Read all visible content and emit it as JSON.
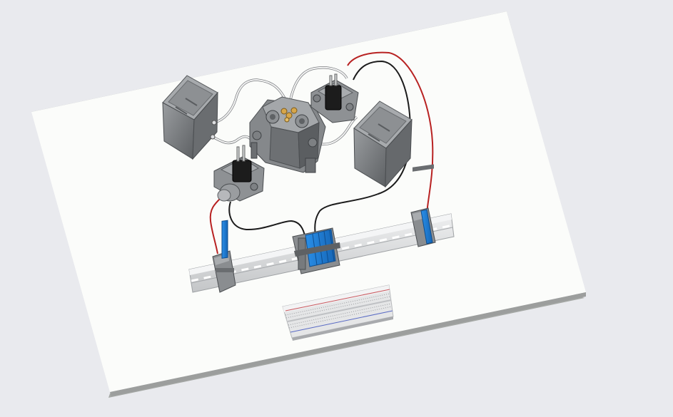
{
  "viewport": {
    "background": "#e9eaee"
  },
  "board": {
    "surface_color": "#fbfcfa",
    "edge_color": "#a5a8a5"
  },
  "colors": {
    "module_gray": "#7c7f82",
    "module_dark": "#4b4e51",
    "terminal_blue": "#1f7fd6",
    "wire_red": "#b82222",
    "wire_black": "#1b1b1b",
    "wire_white": "#f2f2f2",
    "rail": "#d9dadc"
  },
  "components": [
    {
      "name": "battery-left",
      "icon": "battery-box-icon"
    },
    {
      "name": "battery-right",
      "icon": "battery-box-icon"
    },
    {
      "name": "solenoid-top",
      "icon": "solenoid-icon"
    },
    {
      "name": "solenoid-left",
      "icon": "solenoid-icon"
    },
    {
      "name": "central-block",
      "icon": "hydraulic-manifold-icon"
    },
    {
      "name": "din-rail",
      "icon": "rail-icon"
    },
    {
      "name": "terminal-left",
      "icon": "terminal-block-icon"
    },
    {
      "name": "terminal-center",
      "icon": "terminal-block-icon"
    },
    {
      "name": "terminal-right",
      "icon": "terminal-block-icon"
    },
    {
      "name": "breadboard",
      "icon": "breadboard-icon"
    }
  ]
}
